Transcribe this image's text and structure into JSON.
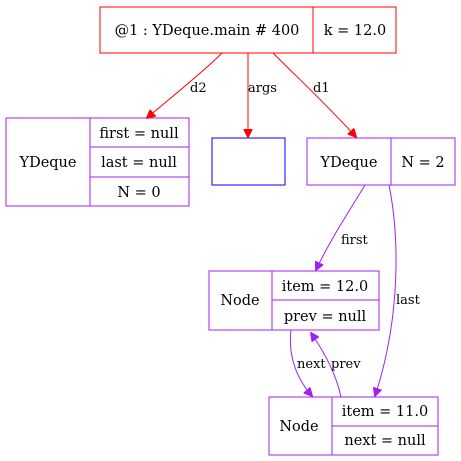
{
  "frame": {
    "label": "@1 : YDeque.main # 400",
    "field": "k = 12.0"
  },
  "deque_d2": {
    "type": "YDeque",
    "fields": [
      "first = null",
      "last = null",
      "N = 0"
    ]
  },
  "deque_d1": {
    "type": "YDeque",
    "field": "N = 2"
  },
  "node_first": {
    "type": "Node",
    "fields": [
      "item = 12.0",
      "prev = null"
    ]
  },
  "node_last": {
    "type": "Node",
    "fields": [
      "item = 11.0",
      "next = null"
    ]
  },
  "edges": {
    "d2": "d2",
    "args": "args",
    "d1": "d1",
    "first": "first",
    "last": "last",
    "next": "next",
    "prev": "prev"
  },
  "colors": {
    "frame": "#ff0000",
    "object": "#a020f0",
    "args": "#0000ff"
  }
}
